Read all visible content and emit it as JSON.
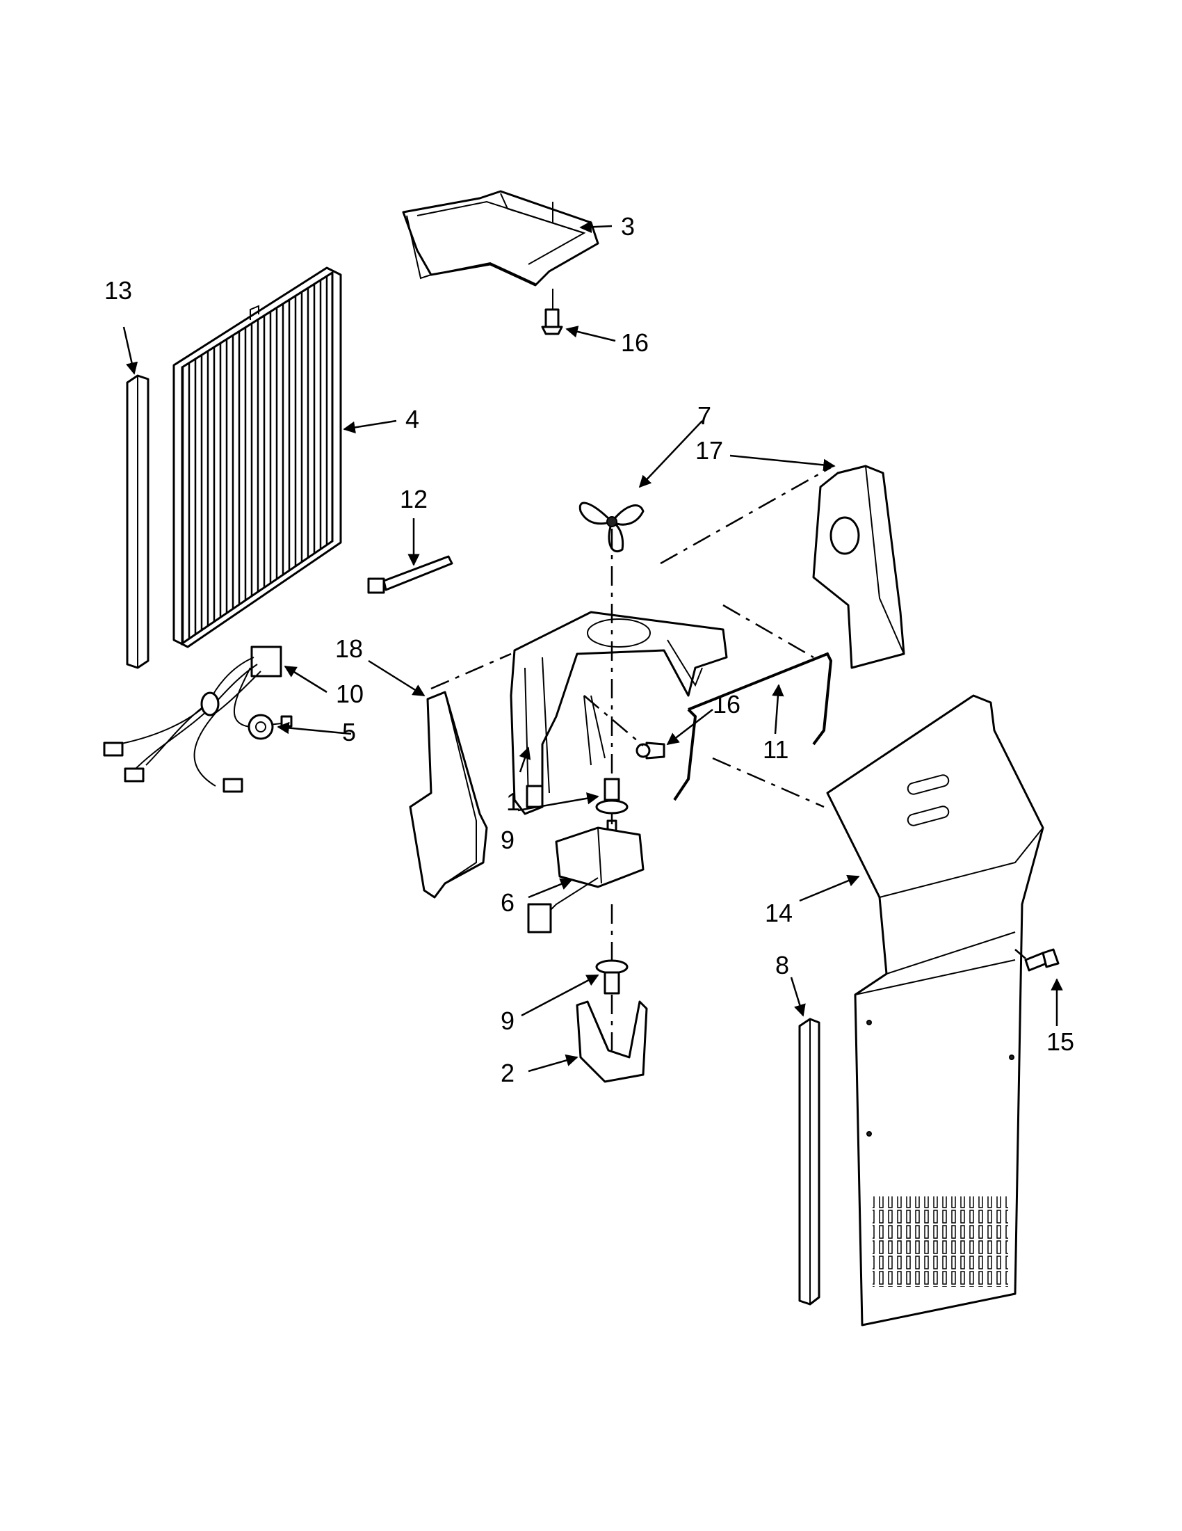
{
  "diagram": {
    "callouts": [
      {
        "id": "c1",
        "label": "1"
      },
      {
        "id": "c2",
        "label": "2"
      },
      {
        "id": "c3",
        "label": "3"
      },
      {
        "id": "c4",
        "label": "4"
      },
      {
        "id": "c5",
        "label": "5"
      },
      {
        "id": "c6",
        "label": "6"
      },
      {
        "id": "c7",
        "label": "7"
      },
      {
        "id": "c8",
        "label": "8"
      },
      {
        "id": "c9a",
        "label": "9"
      },
      {
        "id": "c9b",
        "label": "9"
      },
      {
        "id": "c10",
        "label": "10"
      },
      {
        "id": "c11",
        "label": "11"
      },
      {
        "id": "c12",
        "label": "12"
      },
      {
        "id": "c13",
        "label": "13"
      },
      {
        "id": "c14",
        "label": "14"
      },
      {
        "id": "c15",
        "label": "15"
      },
      {
        "id": "c16a",
        "label": "16"
      },
      {
        "id": "c16b",
        "label": "16"
      },
      {
        "id": "c17",
        "label": "17"
      },
      {
        "id": "c18",
        "label": "18"
      }
    ]
  }
}
